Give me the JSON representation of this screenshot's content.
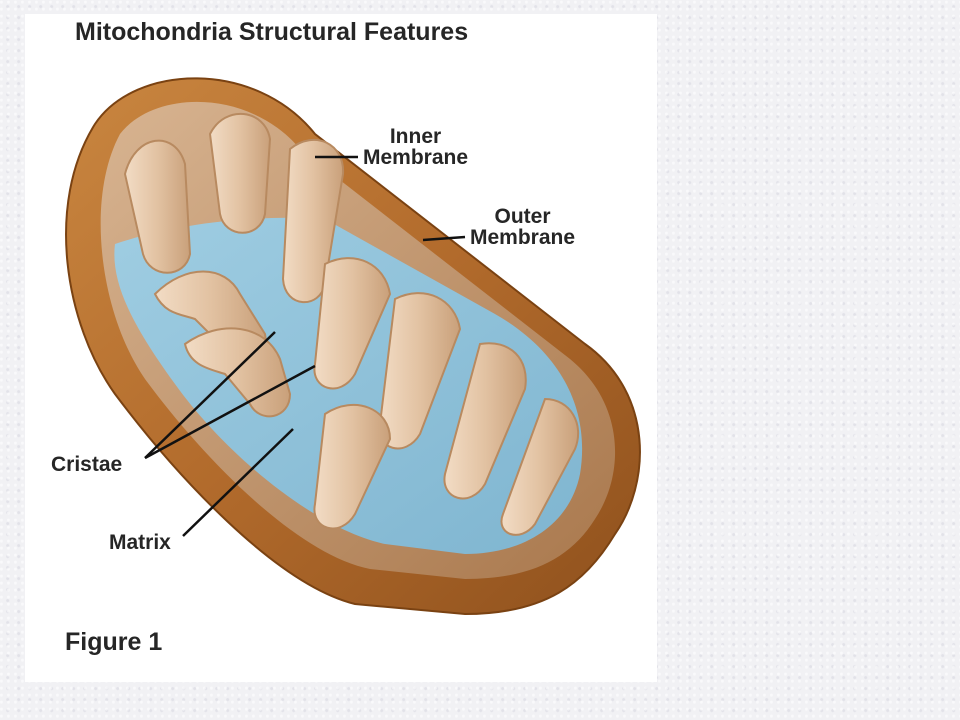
{
  "figure": {
    "title": "Mitochondria Structural Features",
    "caption": "Figure 1"
  },
  "labels": {
    "inner_membrane_line1": "Inner",
    "inner_membrane_line2": "Membrane",
    "outer_membrane_line1": "Outer",
    "outer_membrane_line2": "Membrane",
    "cristae": "Cristae",
    "matrix": "Matrix"
  },
  "colors": {
    "page_background": "#f1f1f4",
    "panel_background": "#ffffff",
    "outer_membrane": "#b9722f",
    "inner_membrane": "#e8cdb2",
    "matrix": "#8fc4dc",
    "label_text": "#262626"
  }
}
